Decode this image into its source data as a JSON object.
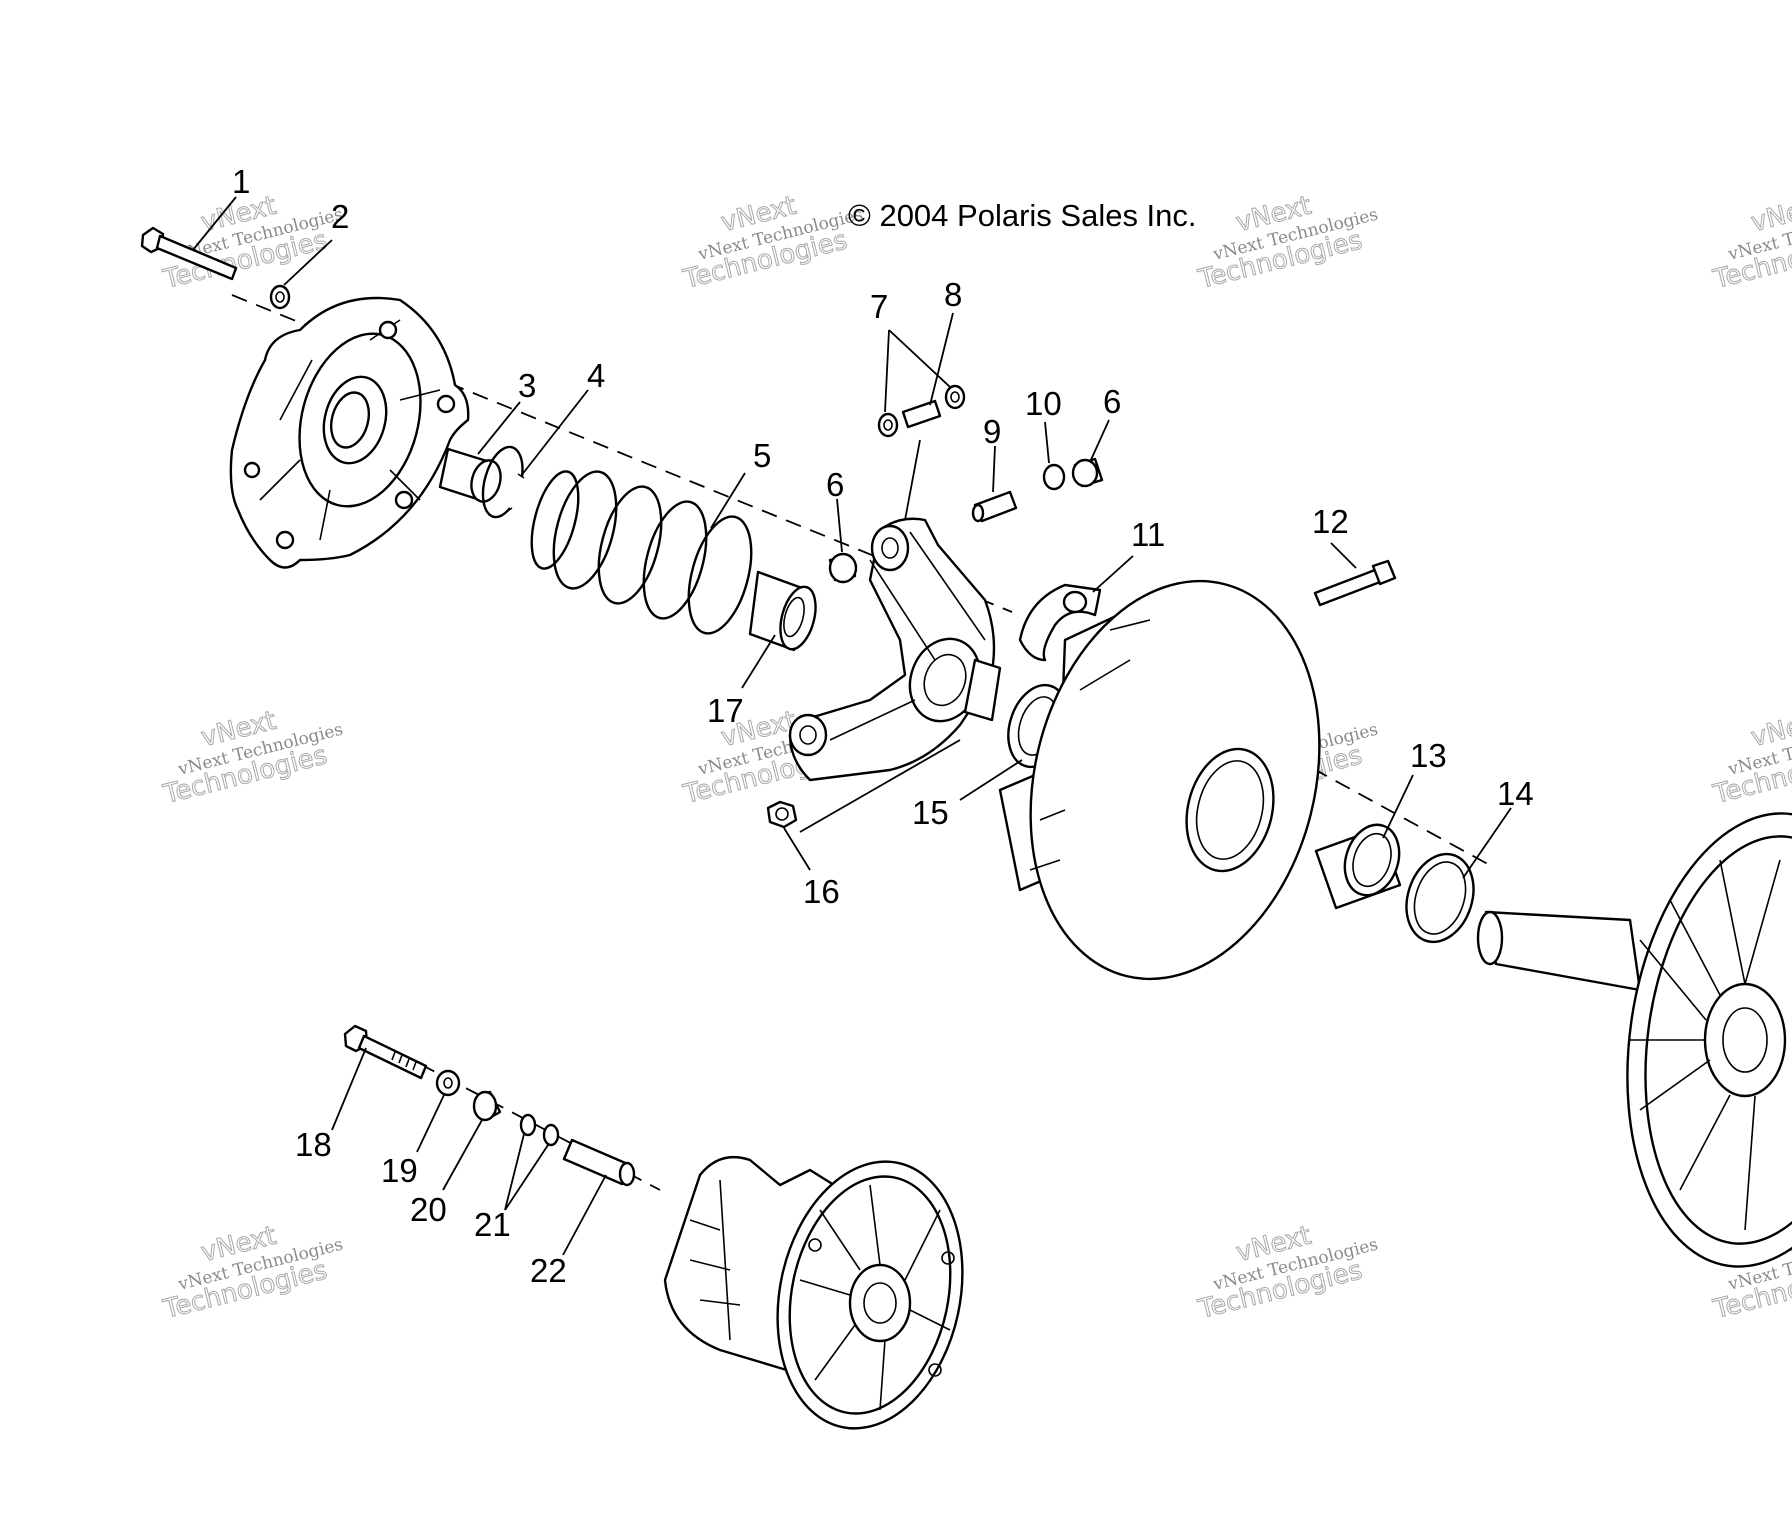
{
  "copyright": "© 2004 Polaris Sales Inc.",
  "watermark": {
    "line1": "vNext Technologies",
    "line2": "vNext",
    "line3": "Technologies"
  },
  "callouts": [
    "1",
    "2",
    "3",
    "4",
    "5",
    "6",
    "6",
    "7",
    "8",
    "9",
    "10",
    "11",
    "12",
    "13",
    "14",
    "15",
    "16",
    "17",
    "18",
    "19",
    "20",
    "21",
    "22"
  ],
  "colors": {
    "ink": "#000000",
    "paper": "#ffffff",
    "watermark": "#9a9a9a"
  }
}
